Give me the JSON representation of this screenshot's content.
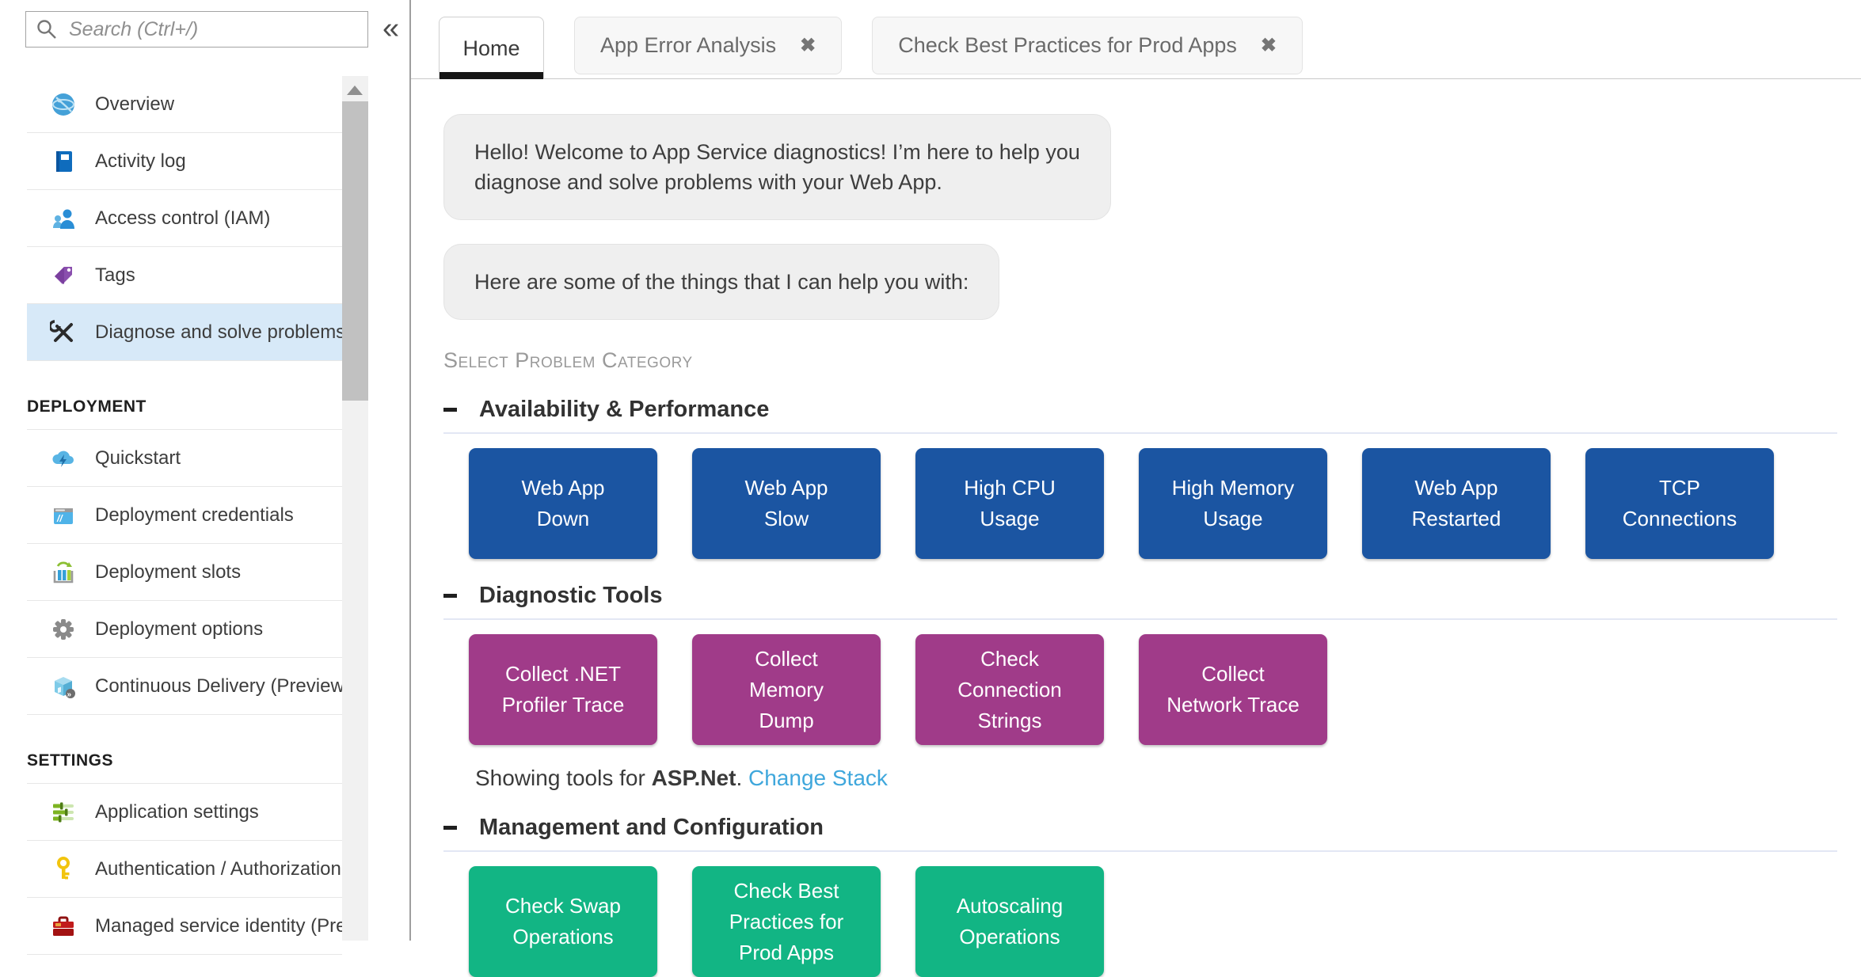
{
  "sidebar": {
    "search": {
      "placeholder": "Search (Ctrl+/)"
    },
    "collapse_glyph": "«",
    "section_deployment": "DEPLOYMENT",
    "section_settings": "SETTINGS",
    "items": [
      {
        "label": "Overview",
        "icon": "globe-icon"
      },
      {
        "label": "Activity log",
        "icon": "book-icon"
      },
      {
        "label": "Access control (IAM)",
        "icon": "people-icon"
      },
      {
        "label": "Tags",
        "icon": "tag-icon"
      },
      {
        "label": "Diagnose and solve problems",
        "icon": "tools-icon",
        "selected": true
      },
      {
        "label": "Quickstart",
        "icon": "cloud-bolt-icon"
      },
      {
        "label": "Deployment credentials",
        "icon": "window-icon"
      },
      {
        "label": "Deployment slots",
        "icon": "slots-icon"
      },
      {
        "label": "Deployment options",
        "icon": "gear-icon"
      },
      {
        "label": "Continuous Delivery (Preview)",
        "icon": "package-icon"
      },
      {
        "label": "Application settings",
        "icon": "sliders-icon"
      },
      {
        "label": "Authentication / Authorization",
        "icon": "key-icon"
      },
      {
        "label": "Managed service identity (Prev",
        "icon": "toolbox-icon"
      }
    ]
  },
  "close_glyph": "✖",
  "tabs": [
    {
      "label": "Home",
      "active": true
    },
    {
      "label": "App Error Analysis",
      "closable": true
    },
    {
      "label": "Check Best Practices for Prod Apps",
      "closable": true
    }
  ],
  "chat": {
    "message1": "Hello! Welcome to App Service diagnostics! I’m here to help you\ndiagnose and solve problems with your Web App.",
    "message2": "Here are some of the things that I can help you with:"
  },
  "category_label": "Select Problem Category",
  "sections": [
    {
      "title": "Availability & Performance",
      "tile_color": "#1b55a2",
      "tiles": [
        {
          "label": "Web App\nDown"
        },
        {
          "label": "Web App\nSlow"
        },
        {
          "label": "High CPU\nUsage"
        },
        {
          "label": "High Memory\nUsage"
        },
        {
          "label": "Web App\nRestarted"
        },
        {
          "label": "TCP\nConnections"
        }
      ]
    },
    {
      "title": "Diagnostic Tools",
      "tile_color": "#a03b89",
      "tiles": [
        {
          "label": "Collect .NET\nProfiler Trace"
        },
        {
          "label": "Collect\nMemory\nDump"
        },
        {
          "label": "Check\nConnection\nStrings"
        },
        {
          "label": "Collect\nNetwork Trace"
        }
      ],
      "footer": {
        "prefix": "Showing tools for ",
        "stack": "ASP.Net",
        "separator": ". ",
        "link": "Change Stack"
      }
    },
    {
      "title": "Management and Configuration",
      "tile_color": "#12b584",
      "tiles": [
        {
          "label": "Check Swap\nOperations"
        },
        {
          "label": "Check Best\nPractices for\nProd Apps"
        },
        {
          "label": "Autoscaling\nOperations"
        }
      ]
    }
  ],
  "colors": {
    "tile_blue": "#1b55a2",
    "tile_purple": "#a03b89",
    "tile_green": "#12b584",
    "link": "#3fa7dc",
    "selected_nav_bg": "#d7e9f8"
  }
}
